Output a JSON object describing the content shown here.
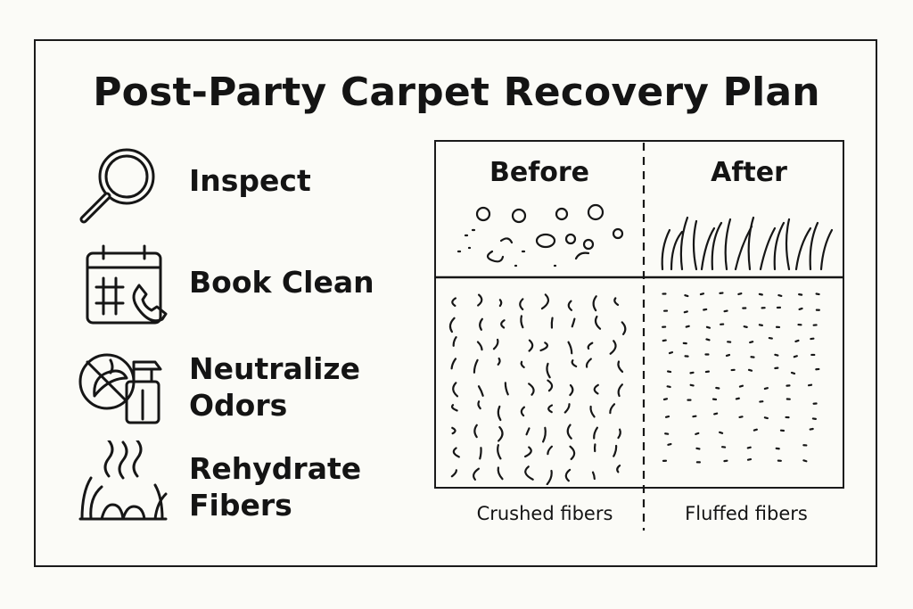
{
  "title": "Post-Party Carpet Recovery Plan",
  "steps": [
    {
      "icon": "magnifying-glass-icon",
      "lines": [
        "Inspect"
      ]
    },
    {
      "icon": "calendar-phone-icon",
      "lines": [
        "Book Clean"
      ]
    },
    {
      "icon": "odor-spray-icon",
      "lines": [
        "Neutralize",
        "Odors"
      ]
    },
    {
      "icon": "steam-fibers-icon",
      "lines": [
        "Rehydrate",
        "Fibers"
      ]
    }
  ],
  "comparison": {
    "before_label": "Before",
    "after_label": "After",
    "before_caption": "Crushed fibers",
    "after_caption": "Fluffed fibers"
  },
  "colors": {
    "ink": "#141414",
    "paper": "#fbfbf7"
  }
}
